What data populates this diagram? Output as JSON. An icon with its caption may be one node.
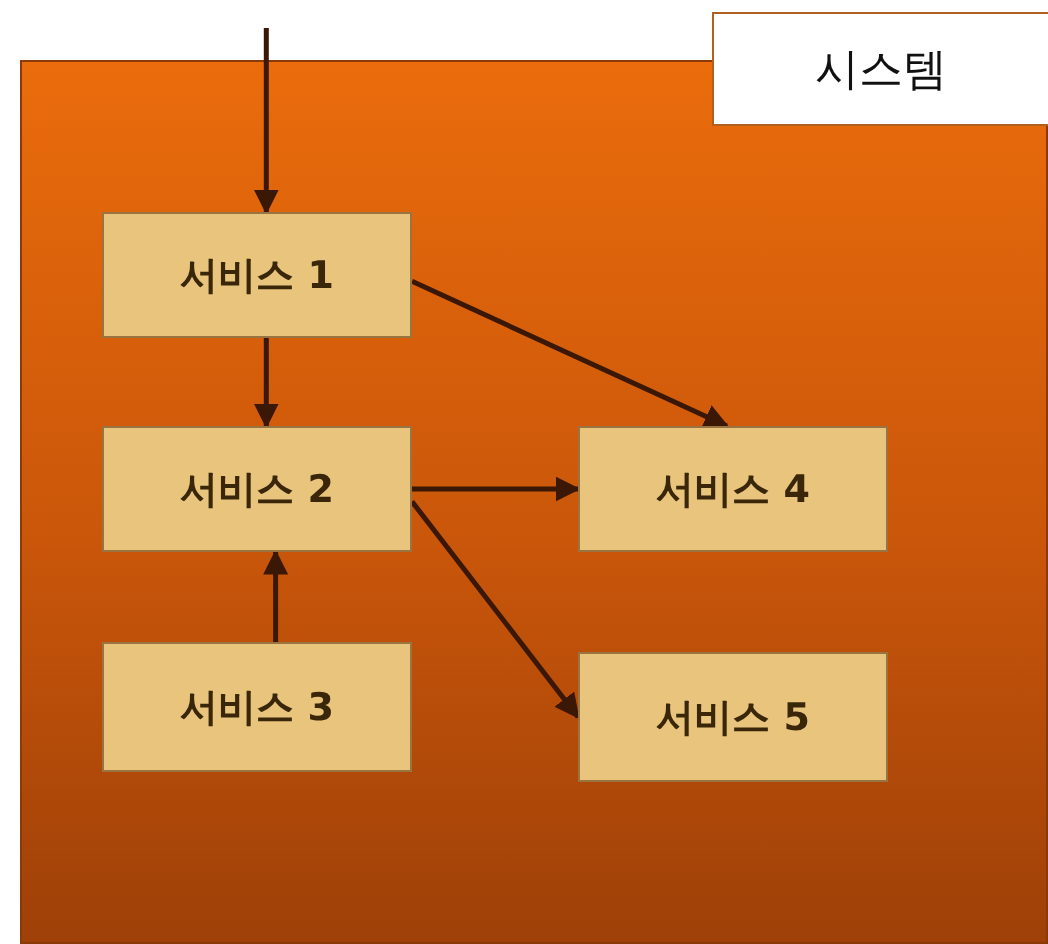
{
  "diagram": {
    "nodes": [
      {
        "text": [
          "시스템"
        ]
      },
      {
        "text": [
          "서비스 1"
        ],
        "in": 0
      },
      {
        "text": [
          "서비스 2"
        ],
        "in": 0
      },
      {
        "text": [
          "서비스 3"
        ],
        "in": 0
      },
      {
        "text": [
          "서비스 4"
        ],
        "in": 0
      },
      {
        "text": [
          "서비스 5"
        ],
        "in": 0
      }
    ],
    "edges": [
      {
        "from": null,
        "to": 1,
        "arrow": "to"
      },
      {
        "from": 1,
        "to": 2,
        "arrow": "to"
      },
      {
        "from": 3,
        "to": 2,
        "arrow": "to"
      },
      {
        "from": 1,
        "to": 4,
        "arrow": "to"
      },
      {
        "from": 2,
        "to": 4,
        "arrow": "to"
      },
      {
        "from": 2,
        "to": 5,
        "arrow": "to"
      }
    ]
  }
}
